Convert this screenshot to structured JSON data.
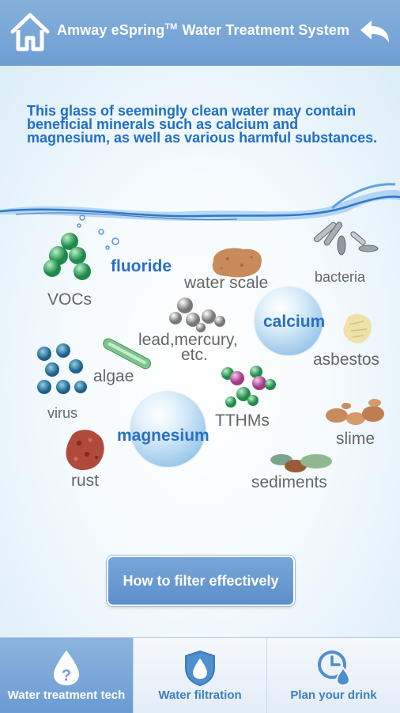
{
  "header": {
    "title_main": "Amway eSpring",
    "title_tm": "TM",
    "title_rest": "Water Treatment System",
    "home_icon": "home-icon",
    "back_icon": "back-arrow-icon"
  },
  "intro_text": "This glass of seemingly clean water may contain beneficial minerals such as calcium and magnesium, as well as various harmful substances.",
  "substances": {
    "fluoride": "fluoride",
    "water_scale": "water scale",
    "bacteria": "bacteria",
    "vocs": "VOCs",
    "calcium": "calcium",
    "lead_line1": "lead,mercury,",
    "lead_line2": "etc.",
    "asbestos": "asbestos",
    "algae": "algae",
    "virus": "virus",
    "tthms": "TTHMs",
    "magnesium": "magnesium",
    "slime": "slime",
    "rust": "rust",
    "sediments": "sediments"
  },
  "cta_button": "How to filter effectively",
  "tabs": [
    {
      "label": "Water treatment tech",
      "icon": "water-drop-question-icon",
      "active": true
    },
    {
      "label": "Water filtration",
      "icon": "shield-drop-icon",
      "active": false
    },
    {
      "label": "Plan your drink",
      "icon": "clock-drop-icon",
      "active": false
    }
  ],
  "colors": {
    "header": "#7aa6d8",
    "intro_text": "#1f6fc8",
    "mineral_label": "#2a6fc4",
    "tab_active_bg": "#7aa6d8",
    "tab_label": "#3c7dc6"
  }
}
